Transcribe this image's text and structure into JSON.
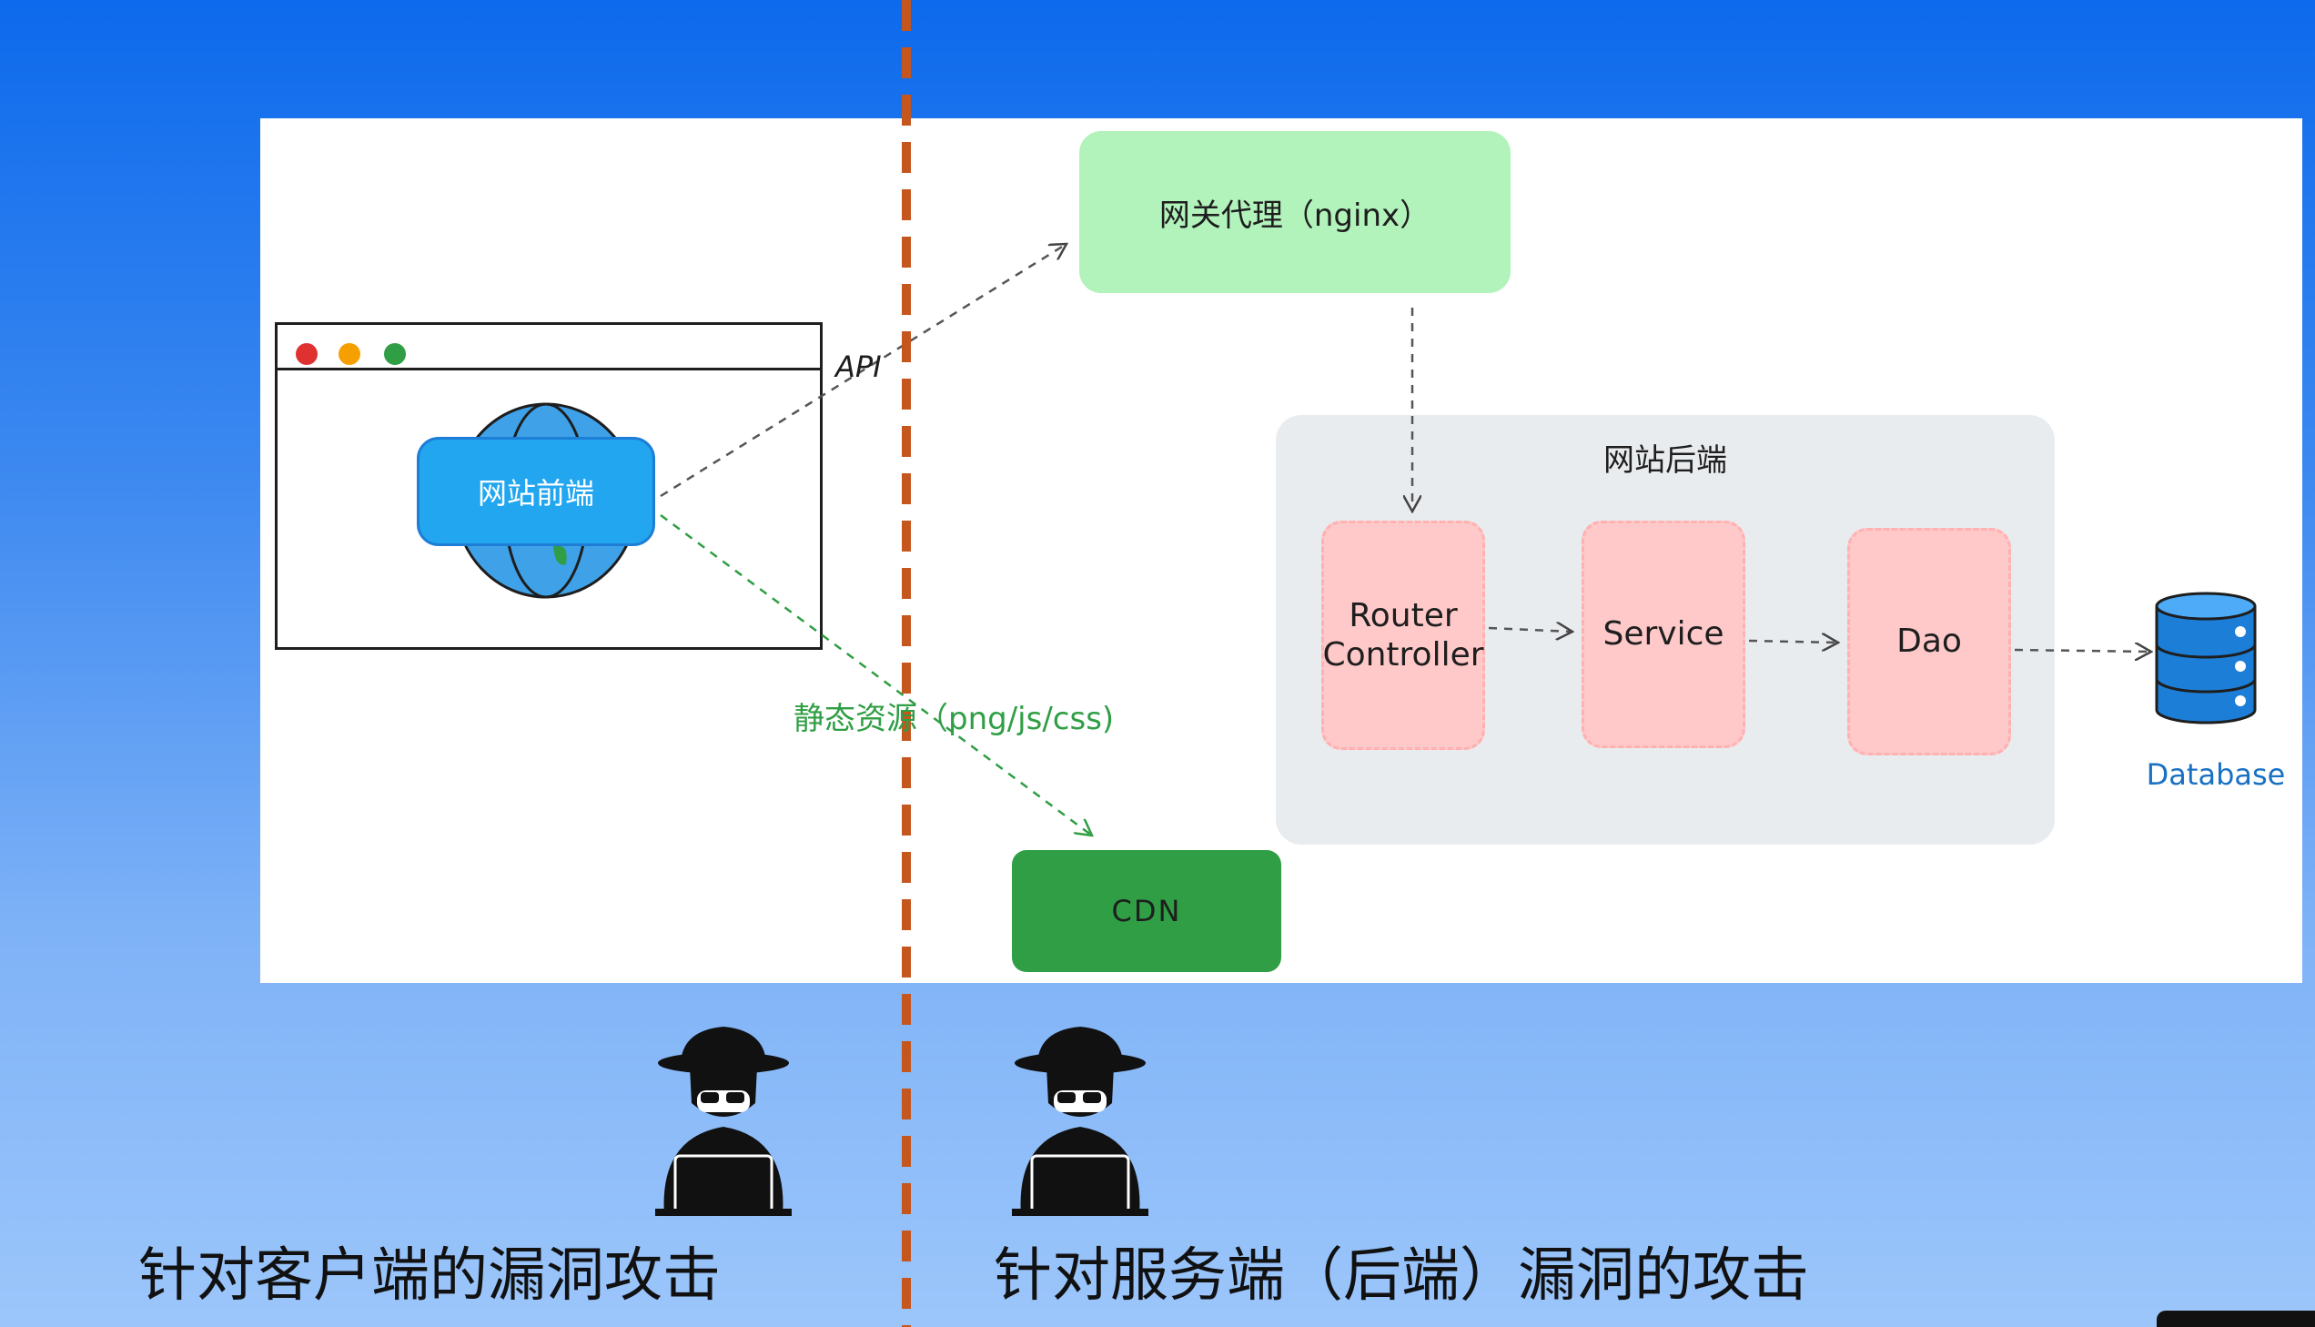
{
  "frontend": {
    "label": "网站前端"
  },
  "gateway": {
    "label": "网关代理（nginx）"
  },
  "backend": {
    "title": "网站后端",
    "router_line1": "Router",
    "router_line2": "Controller",
    "service": "Service",
    "dao": "Dao"
  },
  "database": {
    "label": "Database"
  },
  "cdn": {
    "label": "CDN"
  },
  "edges": {
    "api": "API",
    "static": "静态资源（png/js/css)"
  },
  "captions": {
    "client": "针对客户端的漏洞攻击",
    "server": "针对服务端（后端）漏洞的攻击"
  },
  "colors": {
    "background": "#0d6aec",
    "gateway_fill": "#b2f2bb",
    "backend_fill": "#e9ecef",
    "component_fill": "#ffc9c9",
    "cdn_fill": "#2f9e44",
    "frontend_fill": "#22a6f0",
    "database_fill": "#1c7ed6",
    "divider": "#c4561e"
  }
}
